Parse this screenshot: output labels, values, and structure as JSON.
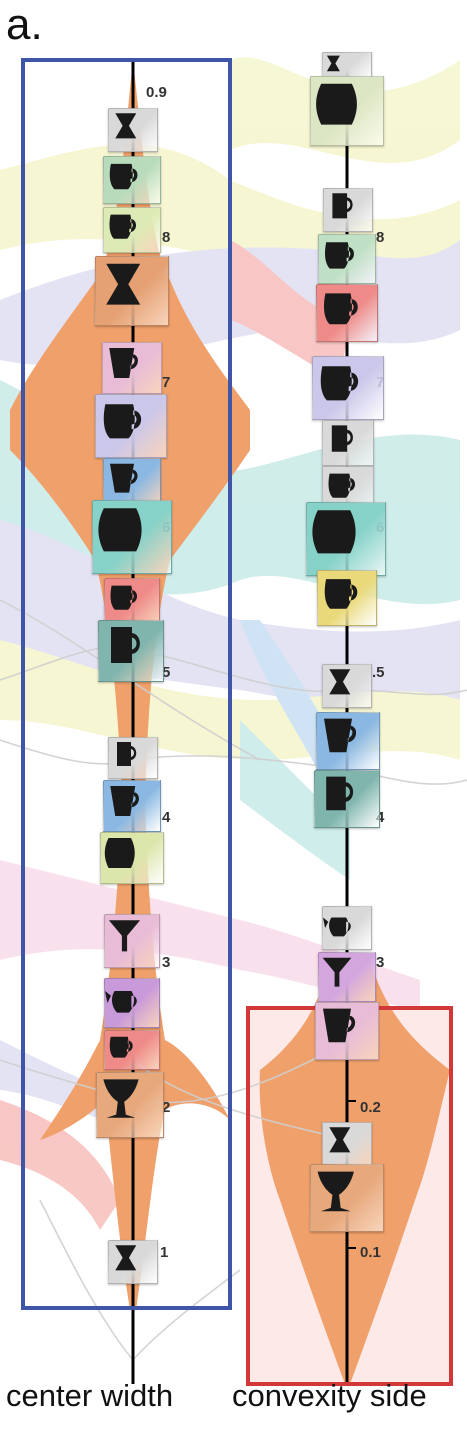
{
  "panel_label": "a.",
  "axes": [
    {
      "name": "center width",
      "ticks": [
        "0.9",
        "8",
        "7",
        "6",
        "5",
        "4",
        "3",
        "2",
        "1"
      ],
      "box_color": "#3f55a8"
    },
    {
      "name": "convexity side",
      "ticks": [
        "8",
        "7",
        "6",
        ".5",
        "4",
        "3",
        "0.2",
        "0.1"
      ],
      "box_color": "#d33838"
    }
  ],
  "colors": {
    "orange": "#f0a06a",
    "teal": "#a9dfd9",
    "lavender": "#cfcdea",
    "yellow": "#eff0b0",
    "pink": "#f4c7df",
    "blue": "#a8cdee",
    "salmon": "#f39a96",
    "highlight_bg": "#fde9e7"
  },
  "thumbnails_left": [
    {
      "color": "#d9d9d9",
      "shape": "hourglass-icon"
    },
    {
      "color": "#b8dcbb",
      "shape": "mug-icon"
    },
    {
      "color": "#dcebb5",
      "shape": "mug-icon"
    },
    {
      "color": "#e5a174",
      "shape": "hourglass-icon"
    },
    {
      "color": "#e8bcd6",
      "shape": "tapered-cup-icon"
    },
    {
      "color": "#cbc7ea",
      "shape": "mug-icon"
    },
    {
      "color": "#8ab8e2",
      "shape": "tapered-cup-icon"
    },
    {
      "color": "#86d2c9",
      "shape": "barrel-mug-icon"
    },
    {
      "color": "#ee8b88",
      "shape": "mug-icon"
    },
    {
      "color": "#7fb5ad",
      "shape": "straight-cup-icon"
    },
    {
      "color": "#d9d9d9",
      "shape": "straight-cup-icon"
    },
    {
      "color": "#8ab8e2",
      "shape": "tapered-cup-icon"
    },
    {
      "color": "#dbe6aa",
      "shape": "barrel-mug-icon"
    },
    {
      "color": "#e8bcd6",
      "shape": "funnel-icon"
    },
    {
      "color": "#c99ad9",
      "shape": "teapot-icon"
    },
    {
      "color": "#ee8b88",
      "shape": "mug-icon"
    },
    {
      "color": "#e7a87c",
      "shape": "goblet-icon"
    },
    {
      "color": "#d9d9d9",
      "shape": "hourglass-icon"
    }
  ],
  "thumbnails_right": [
    {
      "color": "#d9d9d9",
      "shape": "hourglass-icon"
    },
    {
      "color": "#dde6c4",
      "shape": "barrel-mug-icon"
    },
    {
      "color": "#d9d9d9",
      "shape": "straight-cup-icon"
    },
    {
      "color": "#bfe0c4",
      "shape": "mug-icon"
    },
    {
      "color": "#ee8b88",
      "shape": "mug-icon"
    },
    {
      "color": "#cbc7ea",
      "shape": "mug-icon"
    },
    {
      "color": "#d9d9d9",
      "shape": "straight-cup-icon"
    },
    {
      "color": "#d9d9d9",
      "shape": "mug-icon"
    },
    {
      "color": "#86d2c9",
      "shape": "barrel-mug-icon"
    },
    {
      "color": "#e9d97a",
      "shape": "mug-icon"
    },
    {
      "color": "#d9d9d9",
      "shape": "hourglass-icon"
    },
    {
      "color": "#8ab8e2",
      "shape": "tapered-cup-icon"
    },
    {
      "color": "#7fb5ad",
      "shape": "straight-cup-icon"
    },
    {
      "color": "#d9d9d9",
      "shape": "teapot-icon"
    },
    {
      "color": "#d3a6de",
      "shape": "funnel-icon"
    },
    {
      "color": "#e8bcd6",
      "shape": "tapered-cup-icon"
    },
    {
      "color": "#d9d9d9",
      "shape": "hourglass-icon"
    },
    {
      "color": "#e7a87c",
      "shape": "goblet-icon"
    }
  ]
}
